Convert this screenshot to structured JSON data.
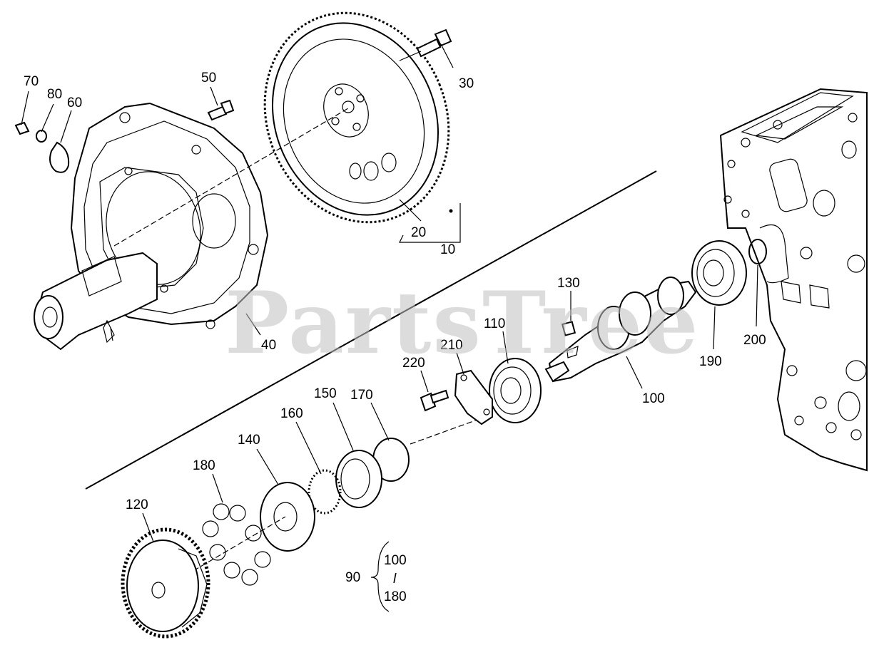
{
  "watermark": "PartsTree",
  "callouts": {
    "c10": "10",
    "c20": "20",
    "c30": "30",
    "c40": "40",
    "c50": "50",
    "c60": "60",
    "c70": "70",
    "c80": "80",
    "c90": "90",
    "c100": "100",
    "c110": "110",
    "c120": "120",
    "c130": "130",
    "c140": "140",
    "c150": "150",
    "c160": "160",
    "c170": "170",
    "c180": "180",
    "c190": "190",
    "c200": "200",
    "c210": "210",
    "c220": "220",
    "range_from": "100",
    "range_sep": "l",
    "range_to": "180"
  }
}
